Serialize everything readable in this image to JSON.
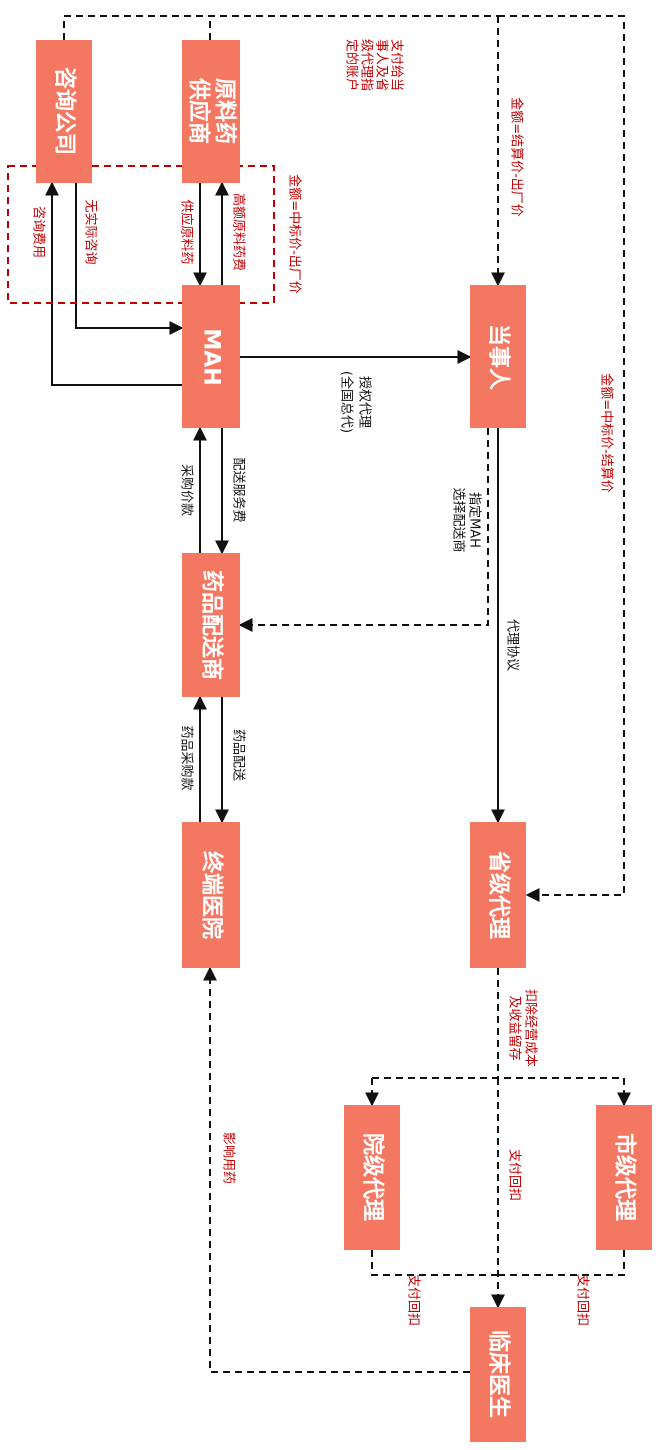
{
  "colors": {
    "node_fill": "#f47762",
    "line": "#111111",
    "red": "#c00000",
    "text_white": "#ffffff"
  },
  "nodes": {
    "consulting_company": "咨询公司",
    "raw_material_supplier_1": "原料药",
    "raw_material_supplier_2": "供应商",
    "mah": "MAH",
    "principal": "当事人",
    "drug_distributor": "药品配送商",
    "terminal_hospital": "终端医院",
    "provincial_agent": "省级代理",
    "city_agent": "市级代理",
    "hospital_agent": "院级代理",
    "clinical_doctor": "临床医生"
  },
  "labels": {
    "consulting_fee": "咨询费用",
    "no_actual_consulting": "无实际咨询",
    "supply_raw_drug": "供应原料药",
    "high_price_raw_drug": "高额原料药费",
    "amount_bid_minus_factory": "金额=中标价-出厂价",
    "pay_to_party_1": "支付给当",
    "pay_to_party_2": "事人及省",
    "pay_to_party_3": "级代理指",
    "pay_to_party_4": "定的账户",
    "amount_settle_minus_factory": "金额=结算价-出厂价",
    "authorized_agent": "授权代理",
    "national_agent": "(全国总代)",
    "amount_bid_minus_settle": "金额=中标价-结算价",
    "delivery_service_fee": "配送服务费",
    "purchase_payment": "采购价款",
    "designate_mah_1": "指定MAH",
    "designate_mah_2": "选择配送商",
    "agency_agreement": "代理协议",
    "drug_delivery": "药品配送",
    "drug_purchase_payment": "药品采购款",
    "deduct_cost_1": "扣除经营成本",
    "deduct_cost_2": "及收益留存",
    "pay_rebate_center": "支付回扣",
    "influence_drug_use": "影响用药",
    "pay_rebate_left": "支付回扣",
    "pay_rebate_right": "支付回扣"
  }
}
